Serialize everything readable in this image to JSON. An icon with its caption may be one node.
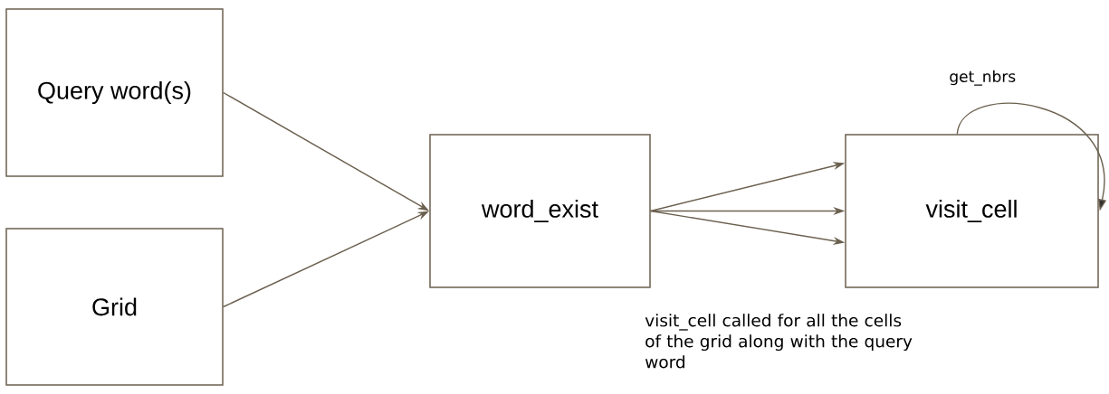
{
  "diagram": {
    "nodes": [
      {
        "text": [
          "Query word(s)"
        ]
      },
      {
        "text": [
          "Grid"
        ]
      },
      {
        "text": [
          "word_exist"
        ]
      },
      {
        "text": [
          "visit_cell"
        ]
      }
    ],
    "edges": [
      {
        "from": 0,
        "to": 2,
        "arrow": "to"
      },
      {
        "from": 1,
        "to": 2,
        "arrow": "to"
      },
      {
        "from": 2,
        "to": 3,
        "arrow": "to"
      },
      {
        "from": 2,
        "to": 3,
        "arrow": "to"
      },
      {
        "from": 2,
        "to": 3,
        "arrow": "to"
      },
      {
        "from": 3,
        "to": 3,
        "arrow": "to",
        "label": "get_nbrs"
      }
    ],
    "labels": [
      "visit_cell called for all the cells of the grid along with the query word"
    ]
  }
}
